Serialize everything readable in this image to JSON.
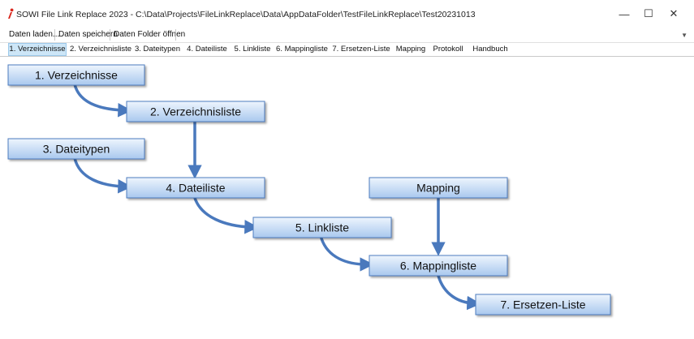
{
  "window": {
    "title": "SOWI File Link Replace 2023 - C:\\Data\\Projects\\FileLinkReplace\\Data\\AppDataFolder\\TestFileLinkReplace\\Test20231013",
    "minimize_glyph": "—",
    "maximize_glyph": "☐",
    "close_glyph": "✕"
  },
  "toolbar": {
    "load_label": "Daten laden...",
    "save_label": "Daten speichern",
    "open_folder_label": "Daten Folder öffnen",
    "overflow_glyph": "▼"
  },
  "tabs": [
    {
      "label": "1. Verzeichnisse",
      "active": true
    },
    {
      "label": "2. Verzeichnisliste"
    },
    {
      "label": "3. Dateitypen"
    },
    {
      "label": "4. Dateiliste"
    },
    {
      "label": "5. Linkliste"
    },
    {
      "label": "6. Mappingliste"
    },
    {
      "label": "7. Ersetzen-Liste"
    },
    {
      "label": "Mapping"
    },
    {
      "label": "Protokoll"
    },
    {
      "label": "Handbuch"
    }
  ],
  "flow": {
    "nodes": [
      {
        "label": "1. Verzeichnisse"
      },
      {
        "label": "2. Verzeichnisliste"
      },
      {
        "label": "3. Dateitypen"
      },
      {
        "label": "4. Dateiliste"
      },
      {
        "label": "Mapping"
      },
      {
        "label": "5. Linkliste"
      },
      {
        "label": "6. Mappingliste"
      },
      {
        "label": "7. Ersetzen-Liste"
      }
    ]
  },
  "colors": {
    "accent_icon": "#d9261c",
    "box_fill_top": "#eef5fd",
    "box_fill_bottom": "#a9c8ee",
    "box_border": "#4e7bbf",
    "arrow": "#4a79bd",
    "active_tab": "#cde6f7"
  }
}
